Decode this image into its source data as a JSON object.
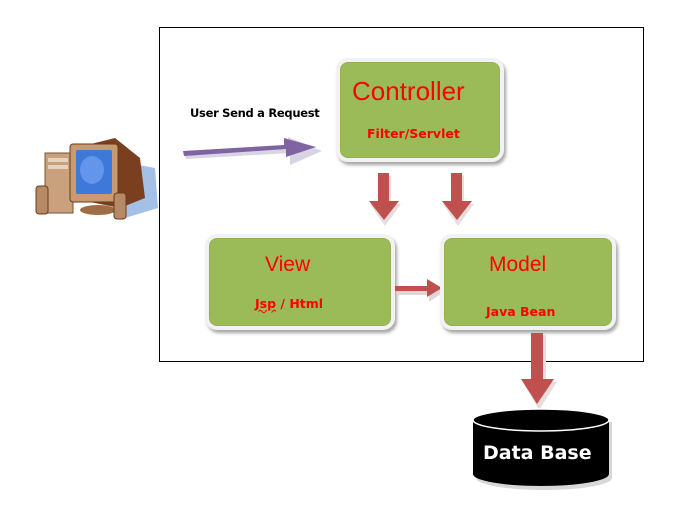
{
  "diagram": {
    "title": "MVC Architecture",
    "request_label": "User Send a Request",
    "nodes": {
      "controller": {
        "title": "Controller",
        "subtitle": "Filter/Servlet"
      },
      "view": {
        "title": "View",
        "subtitle_part1": "Jsp",
        "subtitle_part2": " / Html"
      },
      "model": {
        "title": "Model",
        "subtitle": "Java Bean"
      },
      "database": {
        "label": "Data Base"
      },
      "user": {
        "icon": "desktop-computer-icon"
      }
    },
    "edges": [
      {
        "from": "user",
        "to": "controller",
        "label": "User Send a Request",
        "color": "#8064a2"
      },
      {
        "from": "controller",
        "to": "view",
        "color": "#c0504d"
      },
      {
        "from": "controller",
        "to": "model",
        "color": "#c0504d"
      },
      {
        "from": "view",
        "to": "model",
        "color": "#c0504d"
      },
      {
        "from": "model",
        "to": "database",
        "color": "#c0504d"
      }
    ],
    "colors": {
      "box_fill": "#9bbb59",
      "text_accent": "#ff0000",
      "arrow_red": "#c0504d",
      "arrow_purple": "#8064a2",
      "database_fill": "#000000"
    }
  }
}
